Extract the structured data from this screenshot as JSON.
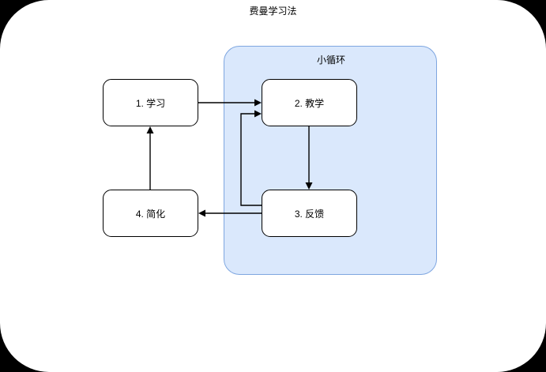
{
  "diagram": {
    "title": "费曼学习法",
    "background_color": "#000000",
    "card_color": "#ffffff",
    "group": {
      "label": "小循环",
      "fill_color": "#dae8fc",
      "border_color": "#7ea6e0"
    },
    "nodes": [
      {
        "id": "node-1",
        "label": "1. 学习"
      },
      {
        "id": "node-2",
        "label": "2. 教学"
      },
      {
        "id": "node-3",
        "label": "3. 反馈"
      },
      {
        "id": "node-4",
        "label": "4. 简化"
      }
    ],
    "edges": [
      {
        "from": "1. 学习",
        "to": "2. 教学",
        "label": ""
      },
      {
        "from": "2. 教学",
        "to": "3. 反馈",
        "label": ""
      },
      {
        "from": "3. 反馈",
        "to": "4. 简化",
        "label": ""
      },
      {
        "from": "4. 简化",
        "to": "1. 学习",
        "label": ""
      },
      {
        "from": "3. 反馈",
        "to": "2. 教学",
        "label": ""
      }
    ],
    "edge_color": "#000000"
  }
}
